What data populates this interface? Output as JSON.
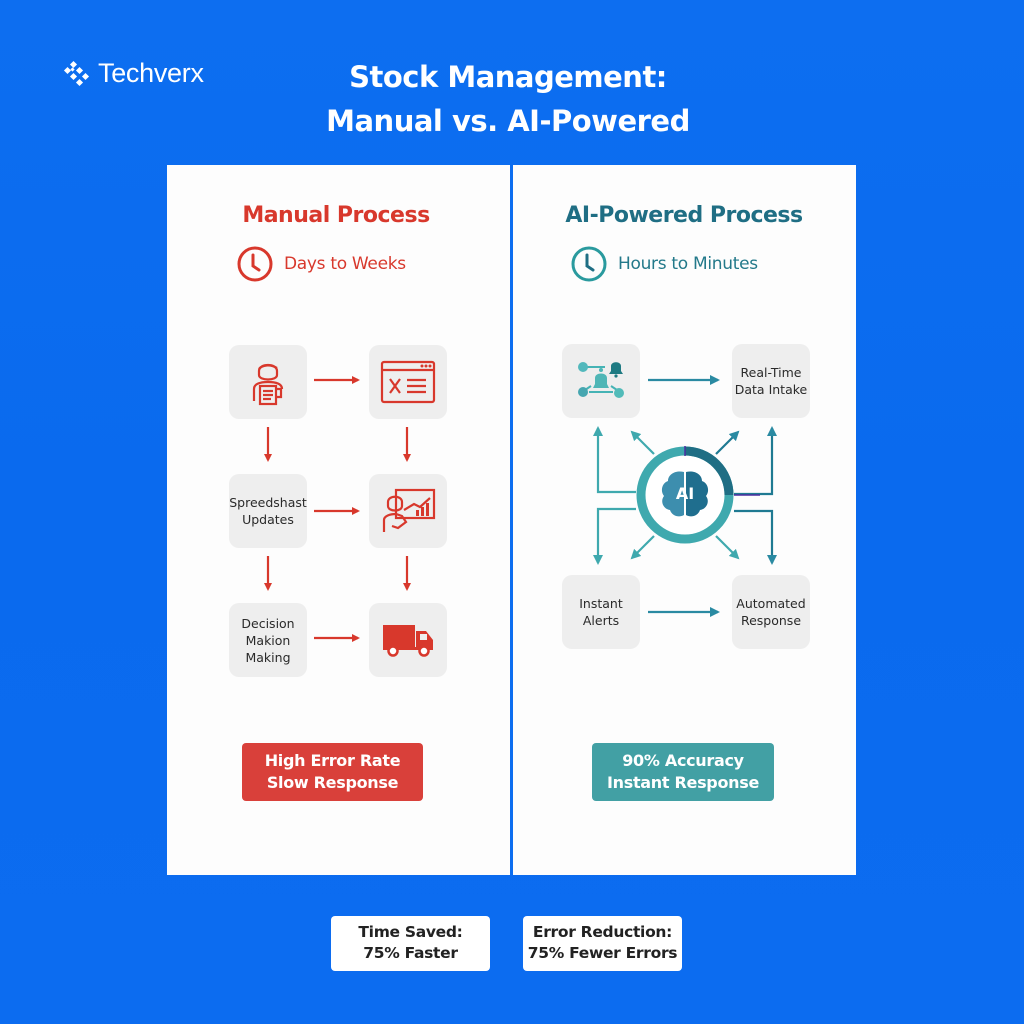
{
  "brand": {
    "name": "Techverx",
    "icon": "techverx-logo-icon"
  },
  "title": {
    "line1": "Stock Management:",
    "line2": "Manual vs. AI-Powered"
  },
  "manual": {
    "title": "Manual Process",
    "time_label": "Days to Weeks",
    "time_icon": "clock-icon",
    "accent": "#d8382c",
    "steps": [
      {
        "icon": "employee-clipboard-icon",
        "label": ""
      },
      {
        "icon": "spreadsheet-window-icon",
        "label": ""
      },
      {
        "icon": "",
        "label": "Spreedshast Updates"
      },
      {
        "icon": "analyst-chart-icon",
        "label": ""
      },
      {
        "icon": "",
        "label": "Decision Makion Making"
      },
      {
        "icon": "delivery-truck-icon",
        "label": ""
      }
    ],
    "badge": {
      "line1": "High Error Rate",
      "line2": "Slow Response",
      "color": "#d9403a"
    }
  },
  "ai": {
    "title": "AI-Powered Process",
    "time_label": "Hours to Minutes",
    "time_icon": "clock-icon",
    "accent": "#1f6e84",
    "steps": [
      {
        "icon": "network-bell-icon",
        "label": ""
      },
      {
        "icon": "",
        "label": "Real-Time Data Intake"
      },
      {
        "icon": "",
        "label": "Instant Alerts"
      },
      {
        "icon": "",
        "label": "Automated Response"
      }
    ],
    "hub": {
      "label": "AI",
      "icon": "brain-icon"
    },
    "badge": {
      "line1": "90% Accuracy",
      "line2": "Instant Response",
      "color": "#42a0a4"
    }
  },
  "stats": [
    {
      "line1": "Time Saved:",
      "line2": "75% Faster"
    },
    {
      "line1": "Error Reduction:",
      "line2": "75% Fewer Errors"
    }
  ]
}
